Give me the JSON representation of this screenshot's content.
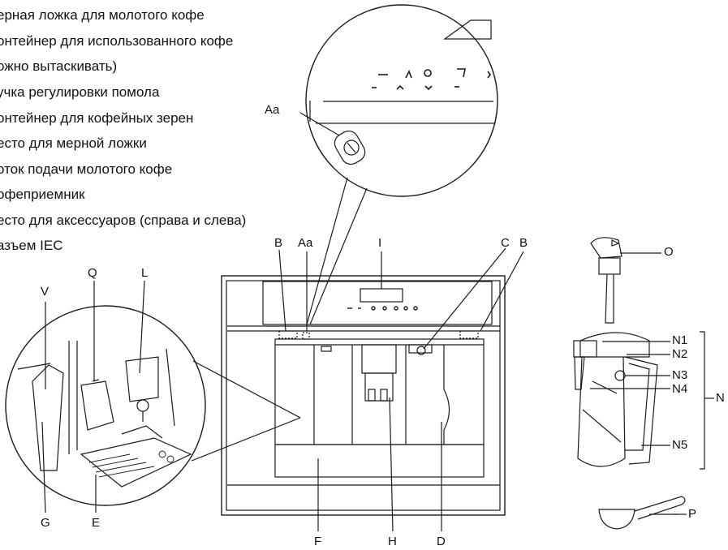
{
  "legend": {
    "items": [
      "ерная ложка для молотого кофе",
      "онтейнер для использованного кофе",
      "ожно вытаскивать)",
      "учка регулировки помола",
      "онтейнер для кофейных зерен",
      "есто для мерной ложки",
      "оток подачи молотого кофе",
      "офеприемник",
      "есто для аксессуаров (справа и слева)",
      "азъем IEC"
    ]
  },
  "labels": {
    "Aa_detail": "Aa",
    "B_left": "B",
    "Aa_top": "Aa",
    "I": "I",
    "C": "C",
    "B_right": "B",
    "V": "V",
    "Q": "Q",
    "L": "L",
    "G": "G",
    "E": "E",
    "F": "F",
    "H": "H",
    "D": "D",
    "O": "O",
    "N1": "N1",
    "N2": "N2",
    "N3": "N3",
    "N4": "N4",
    "N": "N",
    "N5": "N5",
    "P": "P"
  }
}
